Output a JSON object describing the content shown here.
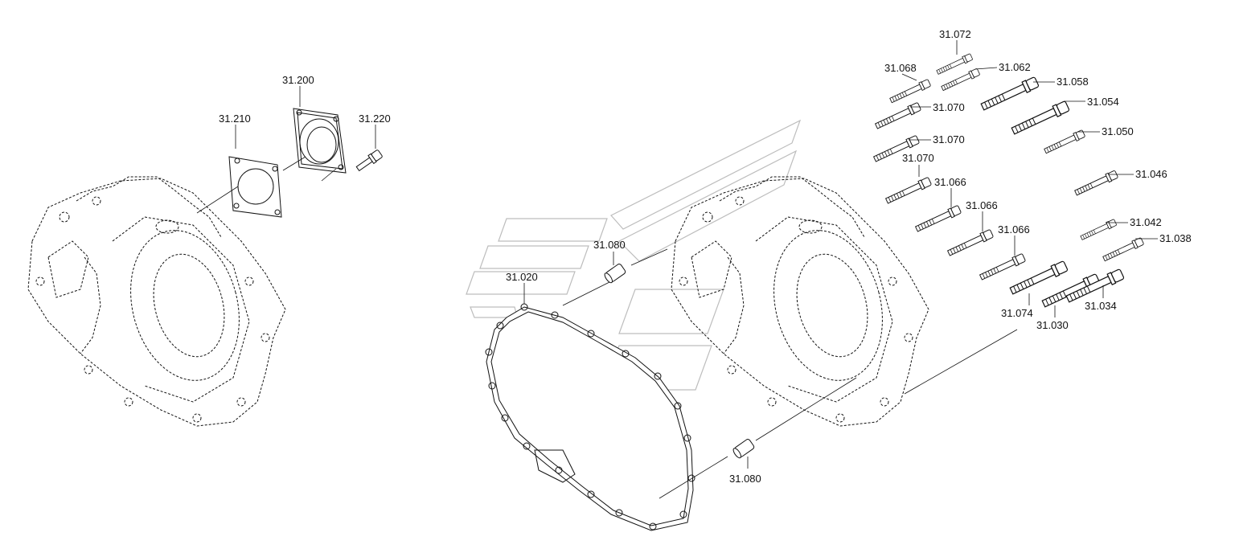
{
  "diagram": {
    "labels": [
      "31.210",
      "31.200",
      "31.220",
      "31.080",
      "31.020",
      "31.080",
      "31.072",
      "31.068",
      "31.062",
      "31.058",
      "31.070",
      "31.054",
      "31.070",
      "31.050",
      "31.070",
      "31.046",
      "31.066",
      "31.066",
      "31.042",
      "31.066",
      "31.038",
      "31.074",
      "31.030",
      "31.034"
    ]
  }
}
